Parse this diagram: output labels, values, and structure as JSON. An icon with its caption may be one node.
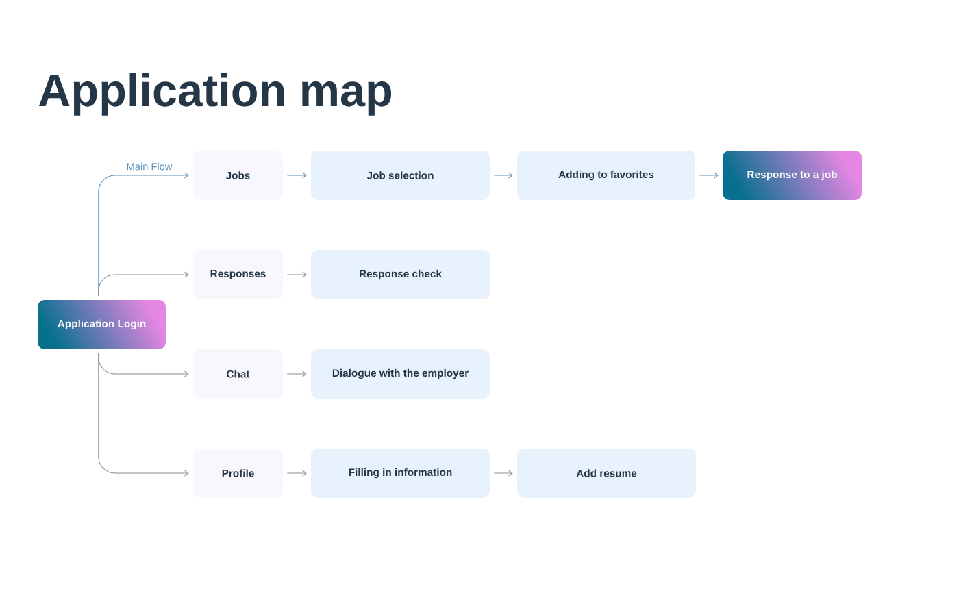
{
  "diagram": {
    "title": "Application map",
    "nodes": [
      {
        "text": [
          "Application Login"
        ]
      },
      {
        "text": [
          "Jobs"
        ]
      },
      {
        "text": [
          "Job selection"
        ]
      },
      {
        "text": [
          "Adding to favorites"
        ]
      },
      {
        "text": [
          "Response to a job"
        ]
      },
      {
        "text": [
          "Responses"
        ]
      },
      {
        "text": [
          "Response check"
        ]
      },
      {
        "text": [
          "Chat"
        ]
      },
      {
        "text": [
          "Dialogue with the employer"
        ]
      },
      {
        "text": [
          "Profile"
        ]
      },
      {
        "text": [
          "Filling in information"
        ]
      },
      {
        "text": [
          "Add resume"
        ]
      }
    ],
    "edges": [
      {
        "from": 0,
        "to": 1,
        "arrow": "to",
        "label": "Main Flow",
        "color": "#5b93bf"
      },
      {
        "from": 1,
        "to": 2,
        "arrow": "to",
        "color": "#5b93bf"
      },
      {
        "from": 2,
        "to": 3,
        "arrow": "to",
        "color": "#5b93bf"
      },
      {
        "from": 3,
        "to": 4,
        "arrow": "to",
        "color": "#5b93bf"
      },
      {
        "from": 0,
        "to": 5,
        "arrow": "to"
      },
      {
        "from": 5,
        "to": 6,
        "arrow": "to"
      },
      {
        "from": 0,
        "to": 7,
        "arrow": "to"
      },
      {
        "from": 7,
        "to": 8,
        "arrow": "to"
      },
      {
        "from": 0,
        "to": 9,
        "arrow": "to"
      },
      {
        "from": 9,
        "to": 10,
        "arrow": "to"
      },
      {
        "from": 10,
        "to": 11,
        "arrow": "to"
      }
    ]
  }
}
